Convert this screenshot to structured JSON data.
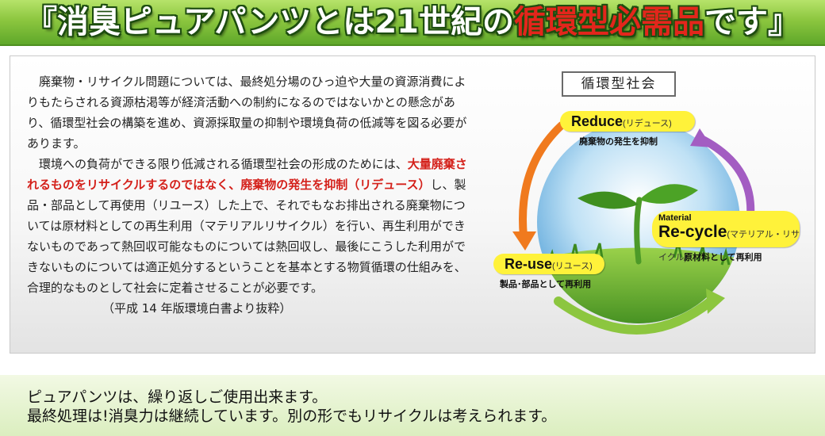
{
  "header": {
    "title_pre": "『消臭ピュアパンツとは21世紀の",
    "title_accent": "循環型必需品",
    "title_post": "です』"
  },
  "body": {
    "paragraph1": "廃棄物・リサイクル問題については、最終処分場のひっ迫や大量の資源消費によりもたらされる資源枯渇等が経済活動への制約になるのではないかとの懸念があり、循環型社会の構築を進め、資源採取量の抑制や環境負荷の低減等を図る必要があります。",
    "paragraph2_before": "環境への負荷ができる限り低減される循環型社会の形成のためには、",
    "paragraph2_red": "大量廃棄されるものをリサイクルするのではなく、廃棄物の発生を抑制（リデュース）",
    "paragraph2_after": "し、製品・部品として再使用（リユース）した上で、それでもなお排出される廃棄物については原材料としての再生利用（マテリアルリサイクル）を行い、再生利用ができないものであって熱回収可能なものについては熱回収し、最後にこうした利用ができないものについては適正処分するということを基本とする物質循環の仕組みを、合理的なものとして社会に定着させることが必要です。",
    "source": "（平成 14 年版環境白書より抜粋）"
  },
  "diagram": {
    "title": "循環型社会",
    "reduce": {
      "main": "Reduce",
      "sub": "(リデュース)",
      "caption": "廃棄物の発生を抑制"
    },
    "recycle": {
      "pre": "Material",
      "main": "Re-cycle",
      "sub": "(マテリアル・リサイクル)",
      "caption": "原材料として再利用"
    },
    "reuse": {
      "main": "Re-use",
      "sub": "(リユース)",
      "caption": "製品･部品として再利用"
    },
    "colors": {
      "arrow_orange": "#f07a1e",
      "arrow_purple": "#a35dc2",
      "arrow_green": "#8cc63f",
      "pill": "#fff23a",
      "sky": "#9dd0ee"
    }
  },
  "footer": {
    "line1": "ピュアパンツは、繰り返しご使用出来ます。",
    "line2": "最終処理は!消臭力は継続しています。別の形でもリサイクルは考えられます。"
  }
}
